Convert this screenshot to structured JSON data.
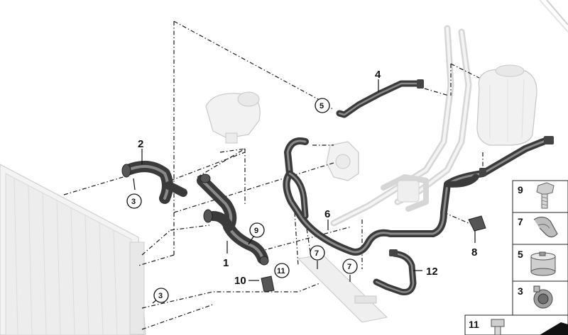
{
  "diagram": {
    "callouts": [
      {
        "id": "c1",
        "label": "1"
      },
      {
        "id": "c2",
        "label": "2"
      },
      {
        "id": "c3a",
        "label": "3"
      },
      {
        "id": "c3b",
        "label": "3"
      },
      {
        "id": "c4",
        "label": "4"
      },
      {
        "id": "c5",
        "label": "5"
      },
      {
        "id": "c6",
        "label": "6"
      },
      {
        "id": "c7a",
        "label": "7"
      },
      {
        "id": "c7b",
        "label": "7"
      },
      {
        "id": "c8",
        "label": "8"
      },
      {
        "id": "c9",
        "label": "9"
      },
      {
        "id": "c10",
        "label": "10"
      },
      {
        "id": "c11",
        "label": "11"
      },
      {
        "id": "c12",
        "label": "12"
      }
    ],
    "legend": [
      {
        "label": "9",
        "icon": "bolt-icon"
      },
      {
        "label": "7",
        "icon": "clip-icon"
      },
      {
        "label": "5",
        "icon": "hose-clamp-icon"
      },
      {
        "label": "3",
        "icon": "quick-coupling-icon"
      },
      {
        "label": "11",
        "icon": "screw-icon"
      }
    ]
  }
}
